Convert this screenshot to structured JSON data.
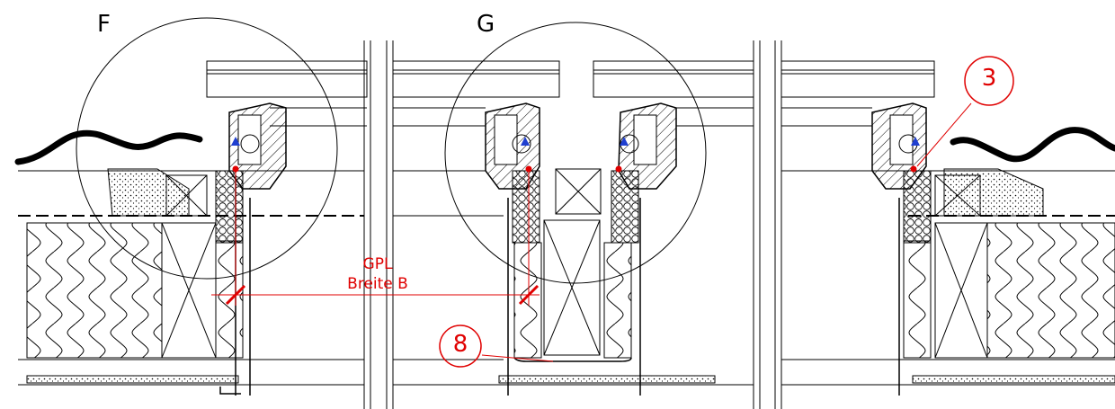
{
  "details": {
    "left_letter": "F",
    "middle_letter": "G"
  },
  "dimension": {
    "line1": "GPL",
    "line2": "Breite B"
  },
  "callouts": [
    {
      "number": "8"
    },
    {
      "number": "3"
    }
  ],
  "colors": {
    "annotation": "#e00000",
    "line": "#000000",
    "marker_blue": "#1f3fd0"
  }
}
